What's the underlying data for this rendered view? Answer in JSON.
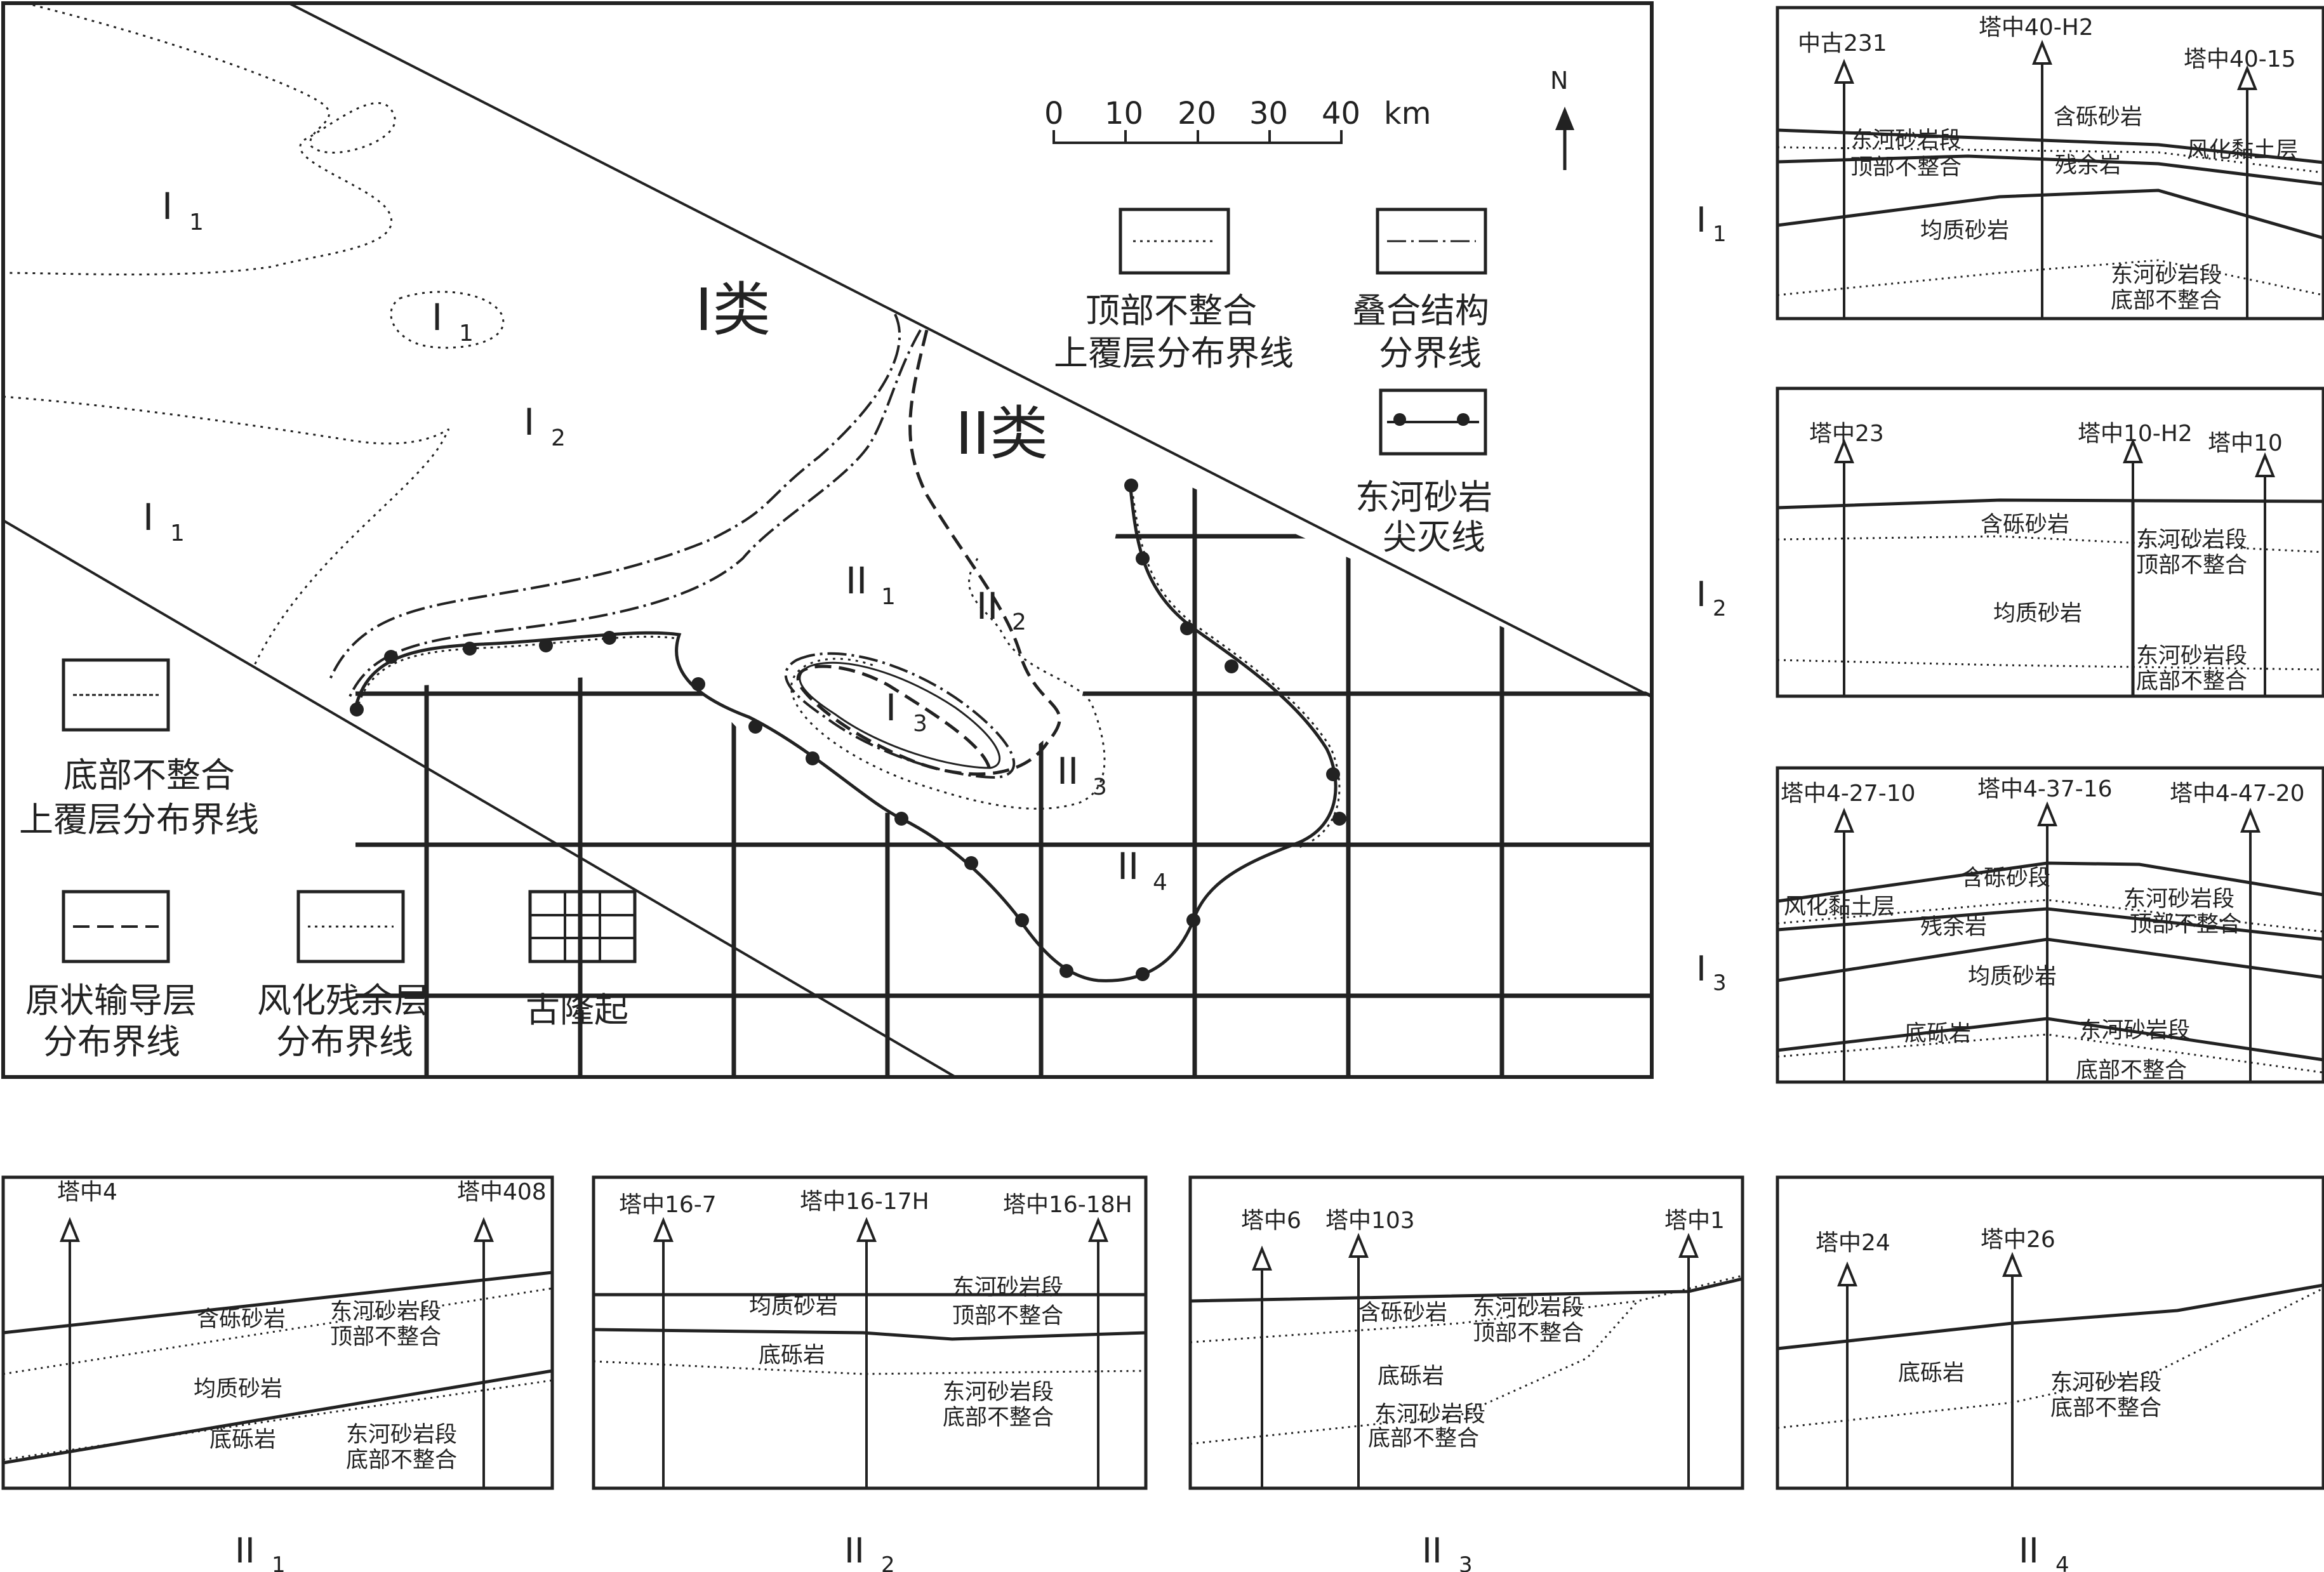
{
  "map": {
    "scale": {
      "ticks": [
        "0",
        "10",
        "20",
        "30",
        "40"
      ],
      "unit": "km"
    },
    "north": "N",
    "region_labels": {
      "class1": "I类",
      "class2": "II类",
      "I1a": "I",
      "I1a_sub": "1",
      "I1b": "I",
      "I1b_sub": "1",
      "I1c": "I",
      "I1c_sub": "1",
      "I2": "I",
      "I2_sub": "2",
      "I3": "I",
      "I3_sub": "3",
      "II1": "II",
      "II1_sub": "1",
      "II2": "II",
      "II2_sub": "2",
      "II3": "II",
      "II3_sub": "3",
      "II4": "II",
      "II4_sub": "4"
    },
    "legend": {
      "top_unconformity": [
        "顶部不整合",
        "上覆层分布界线"
      ],
      "stack_boundary": [
        "叠合结构",
        "分界线"
      ],
      "pinchout": [
        "东河砂岩",
        "尖灭线"
      ],
      "bottom_unconformity": [
        "底部不整合",
        "上覆层分布界线"
      ],
      "original_carrier": [
        "原状输导层",
        "分布界线"
      ],
      "weathered_residual": [
        "风化残余层",
        "分布界线"
      ],
      "paleo_uplift": [
        "古隆起"
      ]
    }
  },
  "sections": {
    "I1": {
      "label": "I",
      "sub": "1",
      "wells": [
        "中古231",
        "塔中40-H2",
        "塔中40-15"
      ],
      "layers": [
        "含砾砂岩",
        "东河砂岩段",
        "顶部不整合",
        "残余岩",
        "风化黏土层",
        "均质砂岩",
        "东河砂岩段",
        "底部不整合"
      ]
    },
    "I2": {
      "label": "I",
      "sub": "2",
      "wells": [
        "塔中23",
        "塔中10-H2",
        "塔中10"
      ],
      "layers": [
        "含砾砂岩",
        "东河砂岩段",
        "顶部不整合",
        "均质砂岩",
        "东河砂岩段",
        "底部不整合"
      ]
    },
    "I3": {
      "label": "I",
      "sub": "3",
      "wells": [
        "塔中4-27-10",
        "塔中4-37-16",
        "塔中4-47-20"
      ],
      "layers": [
        "含砾砂段",
        "风化黏土层",
        "东河砂岩段",
        "顶部不整合",
        "残余岩",
        "均质砂岩",
        "底砾岩",
        "东河砂岩段",
        "底部不整合"
      ]
    },
    "II1": {
      "label": "II",
      "sub": "1",
      "wells": [
        "塔中4",
        "塔中408"
      ],
      "layers": [
        "含砾砂岩",
        "东河砂岩段",
        "顶部不整合",
        "均质砂岩",
        "底砾岩",
        "东河砂岩段",
        "底部不整合"
      ]
    },
    "II2": {
      "label": "II",
      "sub": "2",
      "wells": [
        "塔中16-7",
        "塔中16-17H",
        "塔中16-18H"
      ],
      "layers": [
        "东河砂岩段",
        "均质砂岩",
        "顶部不整合",
        "底砾岩",
        "东河砂岩段",
        "底部不整合"
      ]
    },
    "II3": {
      "label": "II",
      "sub": "3",
      "wells": [
        "塔中6",
        "塔中103",
        "塔中1"
      ],
      "layers": [
        "含砾砂岩",
        "东河砂岩段",
        "顶部不整合",
        "底砾岩",
        "东河砂岩段",
        "底部不整合"
      ]
    },
    "II4": {
      "label": "II",
      "sub": "4",
      "wells": [
        "塔中24",
        "塔中26"
      ],
      "layers": [
        "底砾岩",
        "东河砂岩段",
        "底部不整合"
      ]
    }
  }
}
